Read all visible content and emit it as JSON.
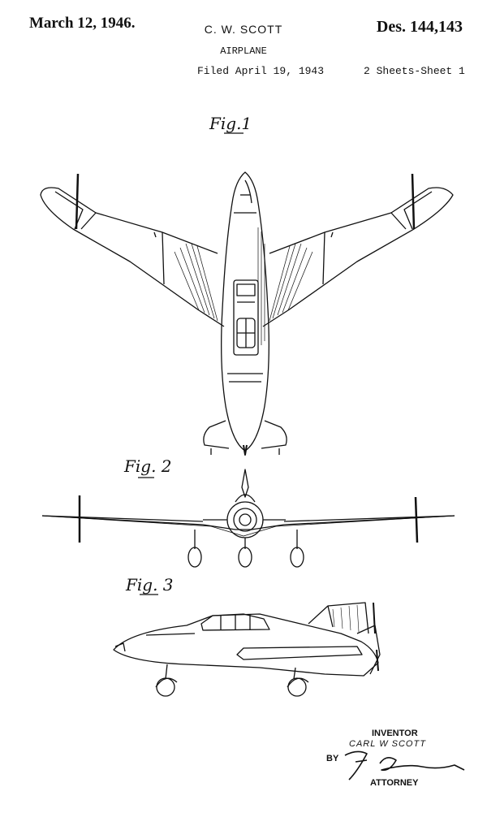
{
  "header": {
    "date": "March 12, 1946.",
    "inventor": "C. W. SCOTT",
    "patent_number": "Des. 144,143",
    "title": "AIRPLANE",
    "filed": "Filed April 19, 1943",
    "sheets": "2 Sheets-Sheet 1"
  },
  "figures": {
    "fig1": "Fig.1",
    "fig2": "Fig. 2",
    "fig3": "Fig. 3"
  },
  "signature": {
    "inventor_label": "INVENTOR",
    "inventor_name": "CARL W SCOTT",
    "by": "BY",
    "attorney_label": "ATTORNEY"
  }
}
